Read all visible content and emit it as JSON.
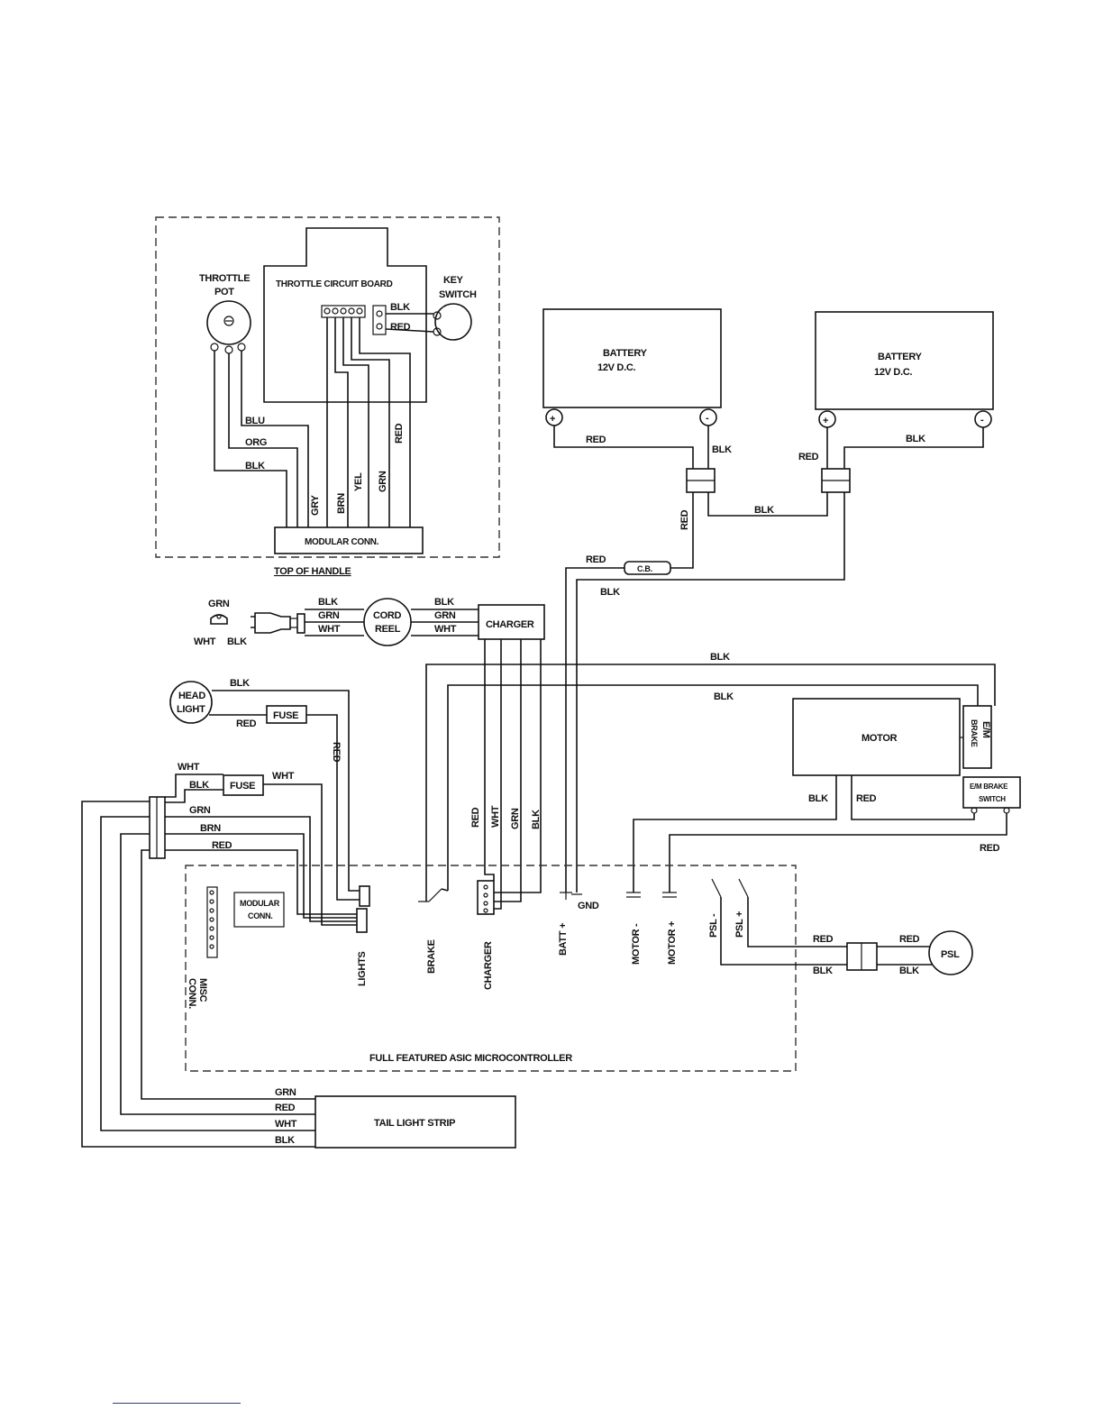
{
  "handle": {
    "throttle_pot": [
      "THROTTLE",
      "POT"
    ],
    "throttle_board": "THROTTLE CIRCUIT BOARD",
    "key_switch": [
      "KEY",
      "SWITCH"
    ],
    "key_wires": [
      "BLK",
      "RED"
    ],
    "pot_wires": [
      "BLU",
      "ORG",
      "BLK"
    ],
    "board_wires": [
      "GRY",
      "BRN",
      "YEL",
      "GRN",
      "RED"
    ],
    "modular_conn": "MODULAR CONN.",
    "top_of_handle": "TOP OF HANDLE"
  },
  "batteries": {
    "battery_1": [
      "BATTERY",
      "12V D.C."
    ],
    "battery_2": [
      "BATTERY",
      "12V D.C."
    ],
    "plus": "+",
    "minus": "-",
    "wire_red_1": "RED",
    "wire_blk_1": "BLK",
    "wire_red_2": "RED",
    "wire_blk_2": "BLK",
    "jumper_blk": "BLK",
    "vertical_red": "RED",
    "cb_red": "RED",
    "cb_label": "C.B.",
    "cb_blk": "BLK"
  },
  "charging": {
    "outlet_grn": "GRN",
    "outlet_wht": "WHT",
    "outlet_blk": "BLK",
    "cord_left": [
      "BLK",
      "GRN",
      "WHT"
    ],
    "cord_reel": [
      "CORD",
      "REEL"
    ],
    "cord_right": [
      "BLK",
      "GRN",
      "WHT"
    ],
    "charger": "CHARGER"
  },
  "motor_section": {
    "blk_top": "BLK",
    "blk_second": "BLK",
    "motor": "MOTOR",
    "em_brake": [
      "E/M",
      "BRAKE"
    ],
    "em_brake_switch": [
      "E/M BRAKE",
      "SWITCH"
    ],
    "motor_blk": "BLK",
    "motor_red": "RED",
    "switch_red": "RED"
  },
  "lights": {
    "head_light": [
      "HEAD",
      "LIGHT"
    ],
    "head_blk": "BLK",
    "head_red": "RED",
    "fuse_1": "FUSE",
    "fuse_1_red": "RED",
    "wht_top": "WHT",
    "blk_fuse": "BLK",
    "fuse_2": "FUSE",
    "fuse_2_wht": "WHT",
    "grn": "GRN",
    "brn": "BRN",
    "red": "RED"
  },
  "charger_wires": [
    "RED",
    "WHT",
    "GRN",
    "BLK"
  ],
  "controller": {
    "name": "FULL FEATURED ASIC MICROCONTROLLER",
    "modular_conn": [
      "MODULAR",
      "CONN."
    ],
    "misc_conn": [
      "MISC",
      "CONN."
    ],
    "ports": [
      "LIGHTS",
      "BRAKE",
      "CHARGER",
      "BATT +",
      "GND",
      "MOTOR -",
      "MOTOR +",
      "PSL -",
      "PSL +"
    ]
  },
  "psl": {
    "red_left": "RED",
    "red_right": "RED",
    "blk_left": "BLK",
    "blk_right": "BLK",
    "label": "PSL"
  },
  "tail": {
    "wires": [
      "GRN",
      "RED",
      "WHT",
      "BLK"
    ],
    "label": "TAIL LIGHT STRIP"
  }
}
